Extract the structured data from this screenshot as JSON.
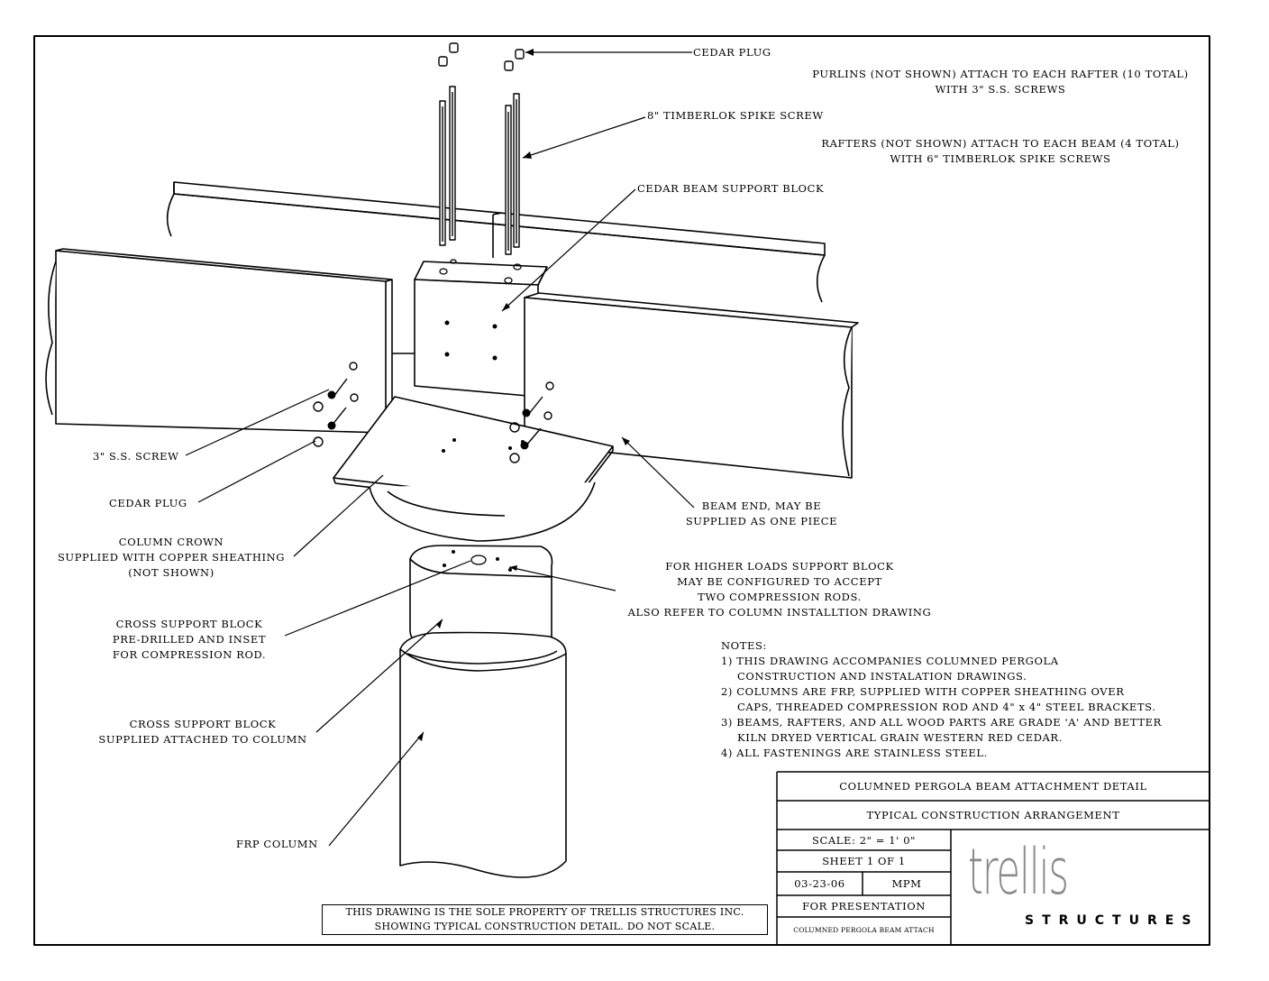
{
  "labels": {
    "cedar_plug_top": "CEDAR PLUG",
    "purlins_line1": "PURLINS (NOT SHOWN) ATTACH TO EACH RAFTER (10 TOTAL)",
    "purlins_line2": "WITH 3\" S.S. SCREWS",
    "timberlok": "8\" TIMBERLOK SPIKE SCREW",
    "rafters_line1": "RAFTERS (NOT SHOWN) ATTACH TO EACH BEAM (4 TOTAL)",
    "rafters_line2": "WITH 6\" TIMBERLOK SPIKE SCREWS",
    "cedar_beam_block": "CEDAR BEAM SUPPORT BLOCK",
    "ss_screw": "3\" S.S. SCREW",
    "cedar_plug_left": "CEDAR PLUG",
    "beam_end_line1": "BEAM END, MAY BE",
    "beam_end_line2": "SUPPLIED AS ONE PIECE",
    "crown_line1": "COLUMN CROWN",
    "crown_line2": "SUPPLIED WITH COPPER SHEATHING",
    "crown_line3": "(NOT SHOWN)",
    "higher_line1": "FOR HIGHER LOADS SUPPORT BLOCK",
    "higher_line2": "MAY BE CONFIGURED TO ACCEPT",
    "higher_line3": "TWO COMPRESSION RODS.",
    "higher_line4": "ALSO REFER TO COLUMN INSTALLTION DRAWING",
    "cross_line1": "CROSS SUPPORT BLOCK",
    "cross_line2": "PRE-DRILLED AND INSET",
    "cross_line3": "FOR COMPRESSION ROD.",
    "cross2_line1": "CROSS SUPPORT BLOCK",
    "cross2_line2": "SUPPLIED ATTACHED TO COLUMN",
    "frp_column": "FRP COLUMN"
  },
  "notes": {
    "heading": "NOTES:",
    "n1a": "1) THIS DRAWING ACCOMPANIES COLUMNED PERGOLA",
    "n1b": "CONSTRUCTION AND INSTALATION DRAWINGS.",
    "n2a": "2) COLUMNS ARE FRP, SUPPLIED WITH COPPER SHEATHING OVER",
    "n2b": "CAPS, THREADED COMPRESSION ROD AND 4\" x 4\" STEEL BRACKETS.",
    "n3a": "3) BEAMS, RAFTERS, AND ALL WOOD PARTS ARE GRADE 'A' AND BETTER",
    "n3b": "KILN DRYED VERTICAL GRAIN WESTERN RED CEDAR.",
    "n4": "4) ALL FASTENINGS ARE STAINLESS STEEL."
  },
  "title_block": {
    "title": "COLUMNED PERGOLA BEAM ATTACHMENT DETAIL",
    "subtitle": "TYPICAL CONSTRUCTION ARRANGEMENT",
    "scale": "SCALE: 2\" = 1' 0\"",
    "sheet": "SHEET 1 OF 1",
    "date": "03-23-06",
    "drawn_by": "MPM",
    "status": "FOR PRESENTATION",
    "file": "COLUMNED PERGOLA BEAM ATTACH"
  },
  "disclaimer": {
    "line1": "THIS DRAWING IS THE SOLE PROPERTY OF TRELLIS STRUCTURES INC.",
    "line2": "SHOWING TYPICAL CONSTRUCTION DETAIL. DO NOT SCALE."
  },
  "logo": {
    "main": "trellis",
    "sub": "STRUCTURES"
  }
}
